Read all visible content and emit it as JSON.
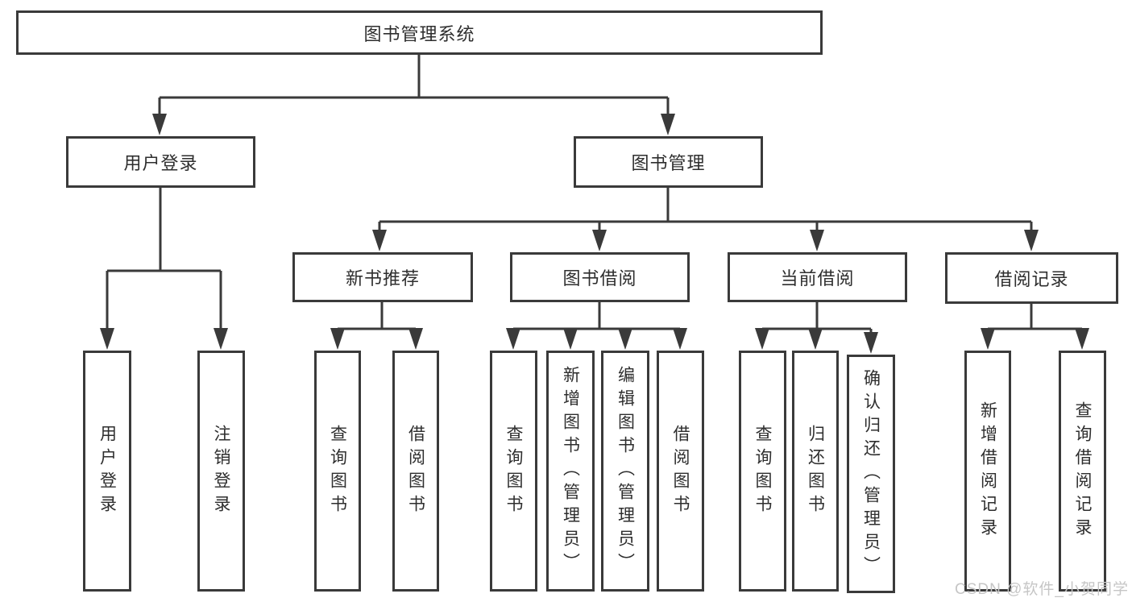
{
  "diagram": {
    "root": "图书管理系统",
    "level2": {
      "user_login": "用户登录",
      "book_mgmt": "图书管理"
    },
    "level3": {
      "new_book_rec": "新书推荐",
      "book_borrow": "图书借阅",
      "current_borrow": "当前借阅",
      "borrow_records": "借阅记录"
    },
    "leaves": {
      "user_login": "用户登录",
      "logout": "注销登录",
      "rec_query_book": "查询图书",
      "rec_borrow_book": "借阅图书",
      "bor_query_book": "查询图书",
      "bor_add_book": "新增图书（管理员）",
      "bor_edit_book": "编辑图书（管理员）",
      "bor_borrow_book": "借阅图书",
      "cur_query_book": "查询图书",
      "cur_return_book": "归还图书",
      "cur_confirm_return": "确认归还（管理员）",
      "hist_add_record": "新增借阅记录",
      "hist_query_record": "查询借阅记录"
    }
  },
  "watermark": "CSDN @软件_小贺同学",
  "colors": {
    "line": "#3a3a3a",
    "box_border": "#3a3a3a",
    "text": "#2e2e2e",
    "watermark": "#c6c6c6",
    "background": "#ffffff"
  }
}
